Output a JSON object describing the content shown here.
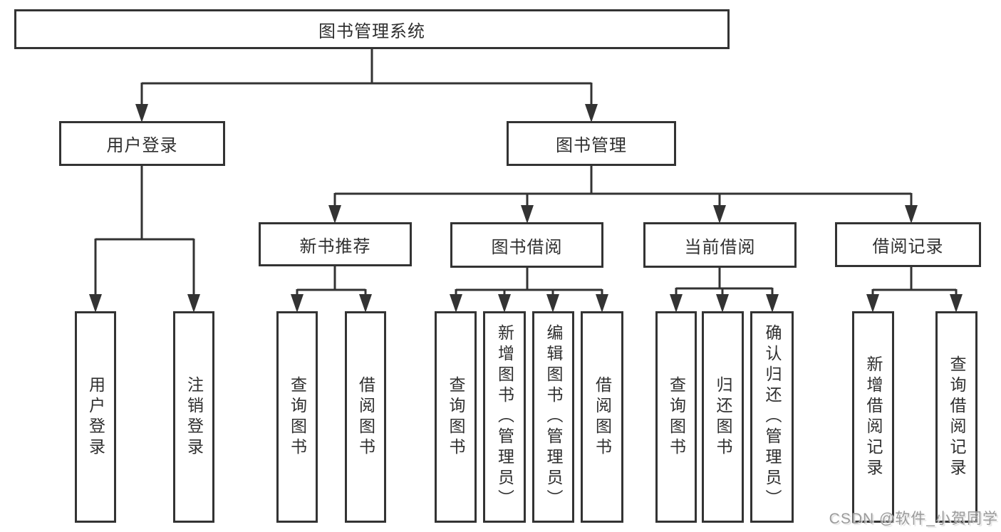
{
  "diagram": {
    "type": "tree",
    "tree": {
      "label": "图书管理系统",
      "children": [
        {
          "label": "用户登录",
          "children": [
            {
              "label": "用户登录"
            },
            {
              "label": "注销登录"
            }
          ]
        },
        {
          "label": "图书管理",
          "children": [
            {
              "label": "新书推荐",
              "children": [
                {
                  "label": "查询图书"
                },
                {
                  "label": "借阅图书"
                }
              ]
            },
            {
              "label": "图书借阅",
              "children": [
                {
                  "label": "查询图书"
                },
                {
                  "label": "新增图书（管理员）"
                },
                {
                  "label": "编辑图书（管理员）"
                },
                {
                  "label": "借阅图书"
                }
              ]
            },
            {
              "label": "当前借阅",
              "children": [
                {
                  "label": "查询图书"
                },
                {
                  "label": "归还图书"
                },
                {
                  "label": "确认归还（管理员）"
                }
              ]
            },
            {
              "label": "借阅记录",
              "children": [
                {
                  "label": "新增借阅记录"
                },
                {
                  "label": "查询借阅记录"
                }
              ]
            }
          ]
        }
      ]
    },
    "colors": {
      "line": "#333333",
      "border": "#333333",
      "background": "#ffffff",
      "text": "#2f2f2f",
      "watermark": "#9b9b9b"
    },
    "watermark": {
      "text": "CSDN @软件_小贺同学"
    }
  }
}
